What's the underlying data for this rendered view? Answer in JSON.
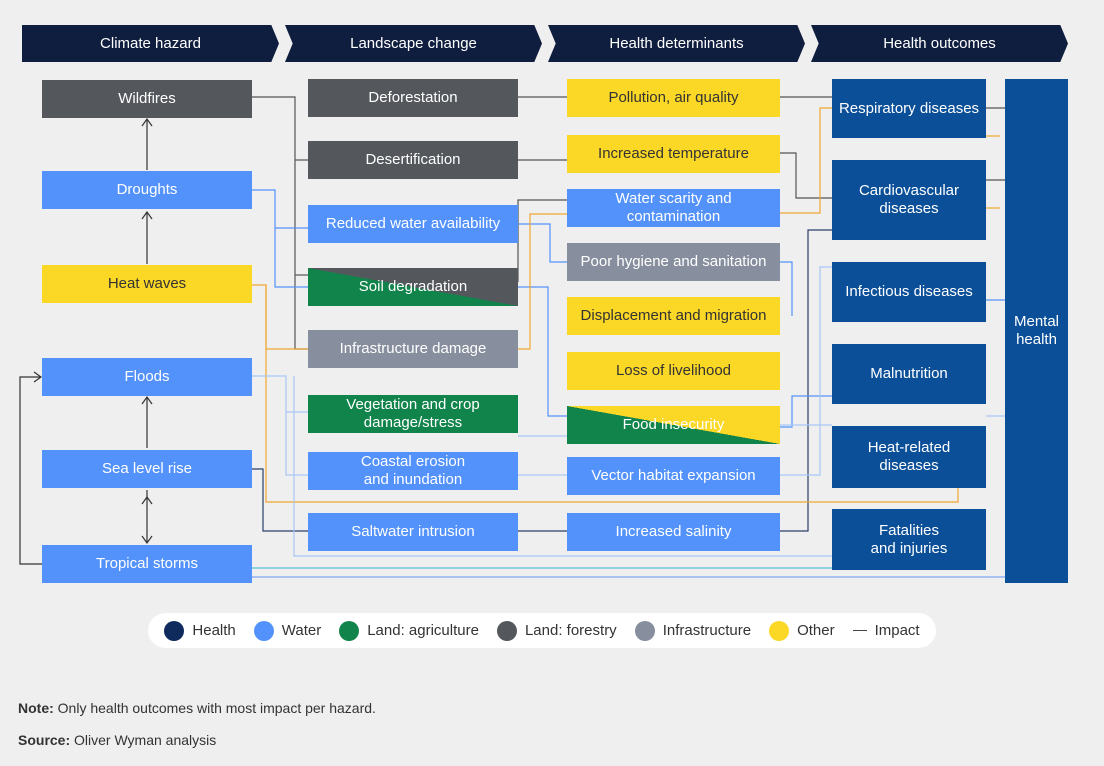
{
  "headers": [
    "Climate hazard",
    "Landscape change",
    "Health determinants",
    "Health outcomes"
  ],
  "hazards": {
    "wildfires": "Wildfires",
    "droughts": "Droughts",
    "heat_waves": "Heat waves",
    "floods": "Floods",
    "sea_level_rise": "Sea level rise",
    "tropical_storms": "Tropical storms"
  },
  "landscape": {
    "deforestation": "Deforestation",
    "desertification": "Desertification",
    "reduced_water": "Reduced water availability",
    "soil_degradation": "Soil degradation",
    "infrastructure_damage": "Infrastructure damage",
    "vegetation_1": "Vegetation and crop",
    "vegetation_2": "damage/stress",
    "coastal_1": "Coastal erosion",
    "coastal_2": "and inundation",
    "saltwater": "Saltwater intrusion"
  },
  "determinants": {
    "pollution": "Pollution, air quality",
    "temperature": "Increased temperature",
    "water_1": "Water scarity and",
    "water_2": "contamination",
    "hygiene": "Poor hygiene and sanitation",
    "displacement": "Displacement and migration",
    "livelihood": "Loss of livelihood",
    "food": "Food insecurity",
    "vector": "Vector habitat expansion",
    "salinity": "Increased salinity"
  },
  "outcomes": {
    "respiratory": "Respiratory diseases",
    "cardio_1": "Cardiovascular",
    "cardio_2": "diseases",
    "infectious": "Infectious diseases",
    "malnutrition": "Malnutrition",
    "heat_1": "Heat-related",
    "heat_2": "diseases",
    "fatal_1": "Fatalities",
    "fatal_2": "and injuries",
    "mental_1": "Mental",
    "mental_2": "health"
  },
  "legend": [
    {
      "label": "Health",
      "color": "#0f2a5c"
    },
    {
      "label": "Water",
      "color": "#5392fa"
    },
    {
      "label": "Land: agriculture",
      "color": "#11844b"
    },
    {
      "label": "Land: forestry",
      "color": "#54575c"
    },
    {
      "label": "Infrastructure",
      "color": "#878e9d"
    },
    {
      "label": "Other",
      "color": "#fbd726"
    }
  ],
  "legend_impact": "Impact",
  "note": {
    "label": "Note:",
    "text": "Only health outcomes with most impact per hazard."
  },
  "source": {
    "label": "Source:",
    "text": "Oliver Wyman analysis"
  }
}
